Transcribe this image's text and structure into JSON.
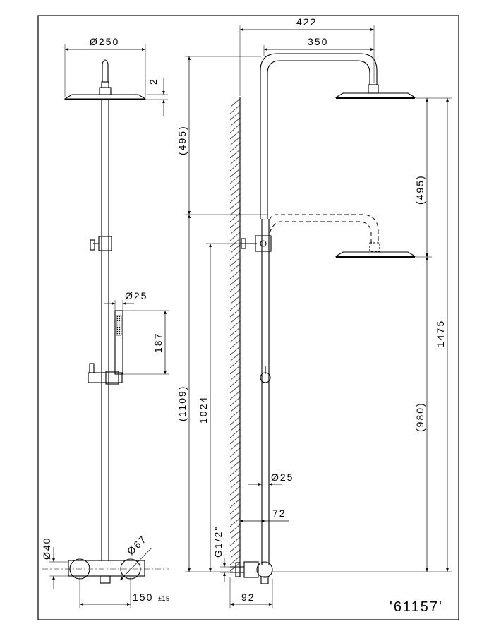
{
  "product_code": "'61157'",
  "front_view": {
    "head_diameter": "Ø250",
    "head_thickness": "2",
    "hand_shower_diameter": "Ø25",
    "hand_shower_length": "187",
    "valve_diameter": "Ø40",
    "knob_diameter": "Ø67",
    "inlet_spacing": "150",
    "inlet_spacing_tolerance": "±15"
  },
  "side_view": {
    "arm_total_reach": "422",
    "arm_reach": "350",
    "height_adjust_left": "(495)",
    "height_adjust_right": "(495)",
    "min_overall_height": "(1109)",
    "bracket_height": "1024",
    "min_head_height": "(980)",
    "max_head_height": "1475",
    "riser_diameter": "Ø25",
    "riser_wall_offset": "72",
    "thread": "G1/2\"",
    "valve_depth": "92"
  }
}
